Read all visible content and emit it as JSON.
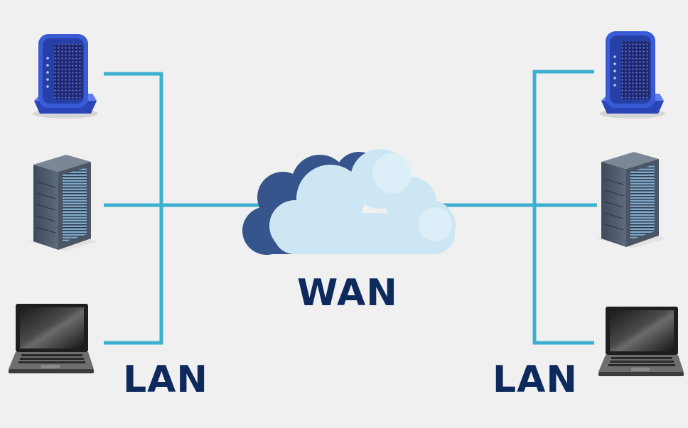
{
  "labels": {
    "wan": "WAN",
    "lan_left": "LAN",
    "lan_right": "LAN"
  },
  "colors": {
    "background": "#f0f0f0",
    "link": "#3eb0cf",
    "label": "#0e2a5c",
    "cloud_dark": "#35558c",
    "cloud_light": "#cde6f3",
    "cloud_mid": "#b8dbee",
    "modem_blue": "#3a5bd6",
    "server_gray": "#4e5a6a",
    "laptop_dark": "#2c2c2c"
  },
  "nodes": {
    "left": [
      "modem",
      "server",
      "laptop"
    ],
    "right": [
      "modem",
      "server",
      "laptop"
    ],
    "center": "cloud"
  }
}
